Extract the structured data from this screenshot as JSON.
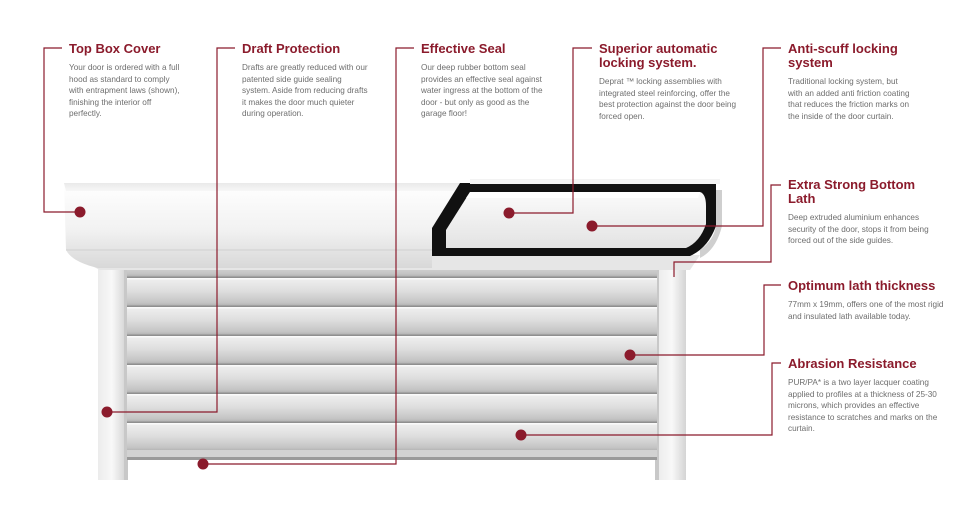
{
  "accent_color": "#8b1b2c",
  "callouts": {
    "top_box_cover": {
      "title": "Top Box Cover",
      "body": "Your door is ordered with a full hood as standard to comply with entrapment laws (shown), finishing the interior off perfectly."
    },
    "draft_protection": {
      "title": "Draft Protection",
      "body": "Drafts are greatly reduced with our patented side guide sealing system. Aside from reducing drafts it makes the door much quieter during operation."
    },
    "effective_seal": {
      "title": "Effective Seal",
      "body": "Our deep rubber bottom seal provides an effective seal against water ingress at the bottom of the door - but only as good as the garage floor!"
    },
    "superior_locking": {
      "title": "Superior automatic locking system.",
      "body": "Deprat ™ locking assemblies with integrated steel reinforcing, offer the best protection against the door being forced open."
    },
    "anti_scuff": {
      "title": "Anti-scuff locking system",
      "body": "Traditional locking system, but with an added anti friction coating that reduces the friction marks on the inside of the door curtain."
    },
    "bottom_lath": {
      "title": "Extra Strong Bottom Lath",
      "body": "Deep extruded aluminium enhances security of the door, stops it from being forced out of the side guides."
    },
    "lath_thickness": {
      "title": "Optimum lath thickness",
      "body": "77mm x 19mm, offers one of the most rigid and insulated lath available today."
    },
    "abrasion": {
      "title": "Abrasion Resistance",
      "body": "PUR/PA* is a two layer lacquer coating applied to profiles at a thickness of 25-30 microns, which provides an effective resistance to scratches and marks on the curtain."
    }
  }
}
